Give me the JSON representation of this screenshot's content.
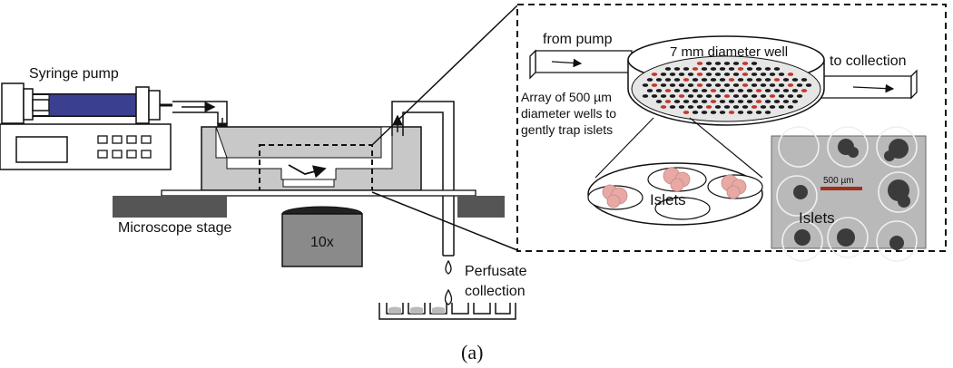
{
  "labels": {
    "syringe_pump": "Syringe pump",
    "microscope_stage": "Microscope stage",
    "objective": "10x",
    "perfusate_line1": "Perfusate",
    "perfusate_line2": "collection",
    "from_pump": "from pump",
    "well_diameter": "7 mm diameter well",
    "to_collection": "to collection",
    "array_line1": "Array of 500 µm",
    "array_line2": "diameter wells to",
    "array_line3": "gently trap islets",
    "islets_zoom": "Islets",
    "islets_photo": "Islets",
    "scale_bar": "500 µm",
    "caption": "(a)"
  },
  "colors": {
    "syringe_barrel": "#3b3f8f",
    "chamber_fill": "#c8c8c8",
    "stage_fill": "#555555",
    "objective_fill": "#8a8a8a",
    "dot_black": "#1a1a1a",
    "dot_red": "#c0392b",
    "islet_pink": "#e8a9a4",
    "photo_bg": "#b9b9b9",
    "scale_bar": "#a0301c"
  }
}
